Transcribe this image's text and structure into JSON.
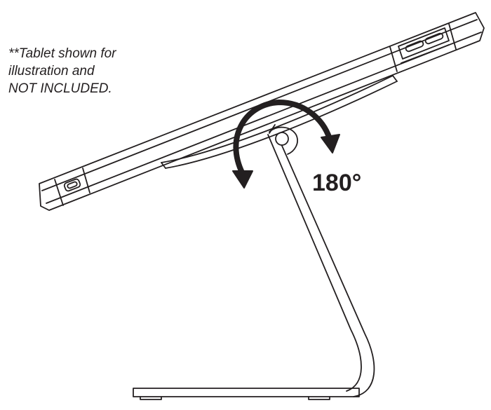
{
  "note": {
    "line1": "**Tablet shown for",
    "line2": "illustration and",
    "line3": "NOT INCLUDED."
  },
  "rotation": {
    "label": "180°"
  },
  "colors": {
    "line": "#231f20",
    "background": "#ffffff"
  }
}
